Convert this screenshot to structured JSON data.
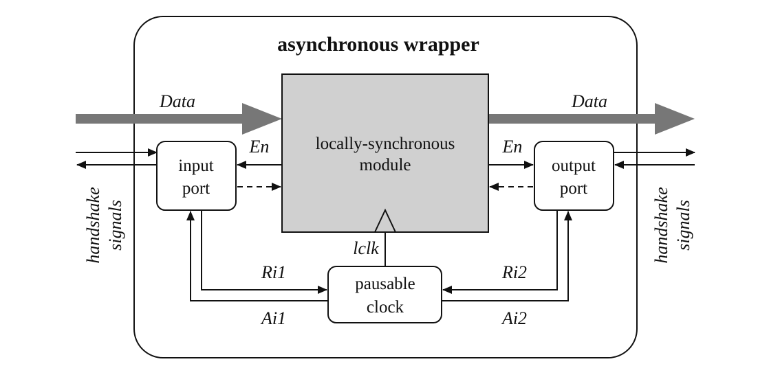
{
  "title": "asynchronous wrapper",
  "module": {
    "line1": "locally-synchronous",
    "line2": "module"
  },
  "input_port": {
    "line1": "input",
    "line2": "port"
  },
  "output_port": {
    "line1": "output",
    "line2": "port"
  },
  "clock": {
    "line1": "pausable",
    "line2": "clock"
  },
  "signals": {
    "data_in": "Data",
    "data_out": "Data",
    "en_in": "En",
    "en_out": "En",
    "lclk": "lclk",
    "ri1": "Ri1",
    "ai1": "Ai1",
    "ri2": "Ri2",
    "ai2": "Ai2"
  },
  "handshake_left": {
    "line1": "handshake",
    "line2": "signals"
  },
  "handshake_right": {
    "line1": "handshake",
    "line2": "signals"
  },
  "colors": {
    "module_fill": "#d0d0d0",
    "data_arrow": "#777777",
    "line": "#111111"
  }
}
